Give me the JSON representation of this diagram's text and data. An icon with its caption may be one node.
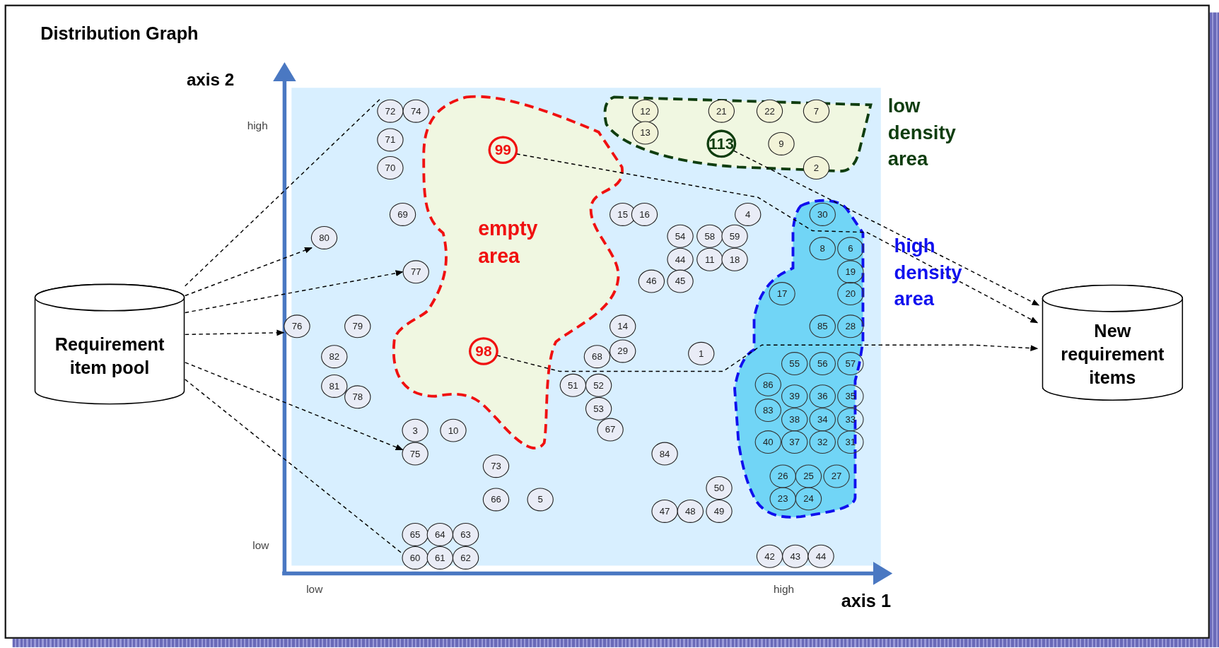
{
  "diagram": {
    "title": "Distribution Graph",
    "nodes": [
      {
        "text": [
          "Requirement item pool"
        ]
      },
      {
        "text": [
          "empty area"
        ]
      },
      {
        "text": [
          "99"
        ],
        "in": 1
      },
      {
        "text": [
          "98"
        ],
        "in": 1
      },
      {
        "text": [
          "low density area"
        ]
      },
      {
        "text": [
          "12"
        ],
        "in": 4
      },
      {
        "text": [
          "13"
        ],
        "in": 4
      },
      {
        "text": [
          "21"
        ],
        "in": 4
      },
      {
        "text": [
          "22"
        ],
        "in": 4
      },
      {
        "text": [
          "7"
        ],
        "in": 4
      },
      {
        "text": [
          "113"
        ],
        "in": 4
      },
      {
        "text": [
          "9"
        ],
        "in": 4
      },
      {
        "text": [
          "2"
        ],
        "in": 4
      },
      {
        "text": [
          "high density area"
        ]
      },
      {
        "text": [
          "30"
        ],
        "in": 13
      },
      {
        "text": [
          "8"
        ],
        "in": 13
      },
      {
        "text": [
          "6"
        ],
        "in": 13
      },
      {
        "text": [
          "19"
        ],
        "in": 13
      },
      {
        "text": [
          "17"
        ],
        "in": 13
      },
      {
        "text": [
          "20"
        ],
        "in": 13
      },
      {
        "text": [
          "85"
        ],
        "in": 13
      },
      {
        "text": [
          "28"
        ],
        "in": 13
      },
      {
        "text": [
          "55"
        ],
        "in": 13
      },
      {
        "text": [
          "56"
        ],
        "in": 13
      },
      {
        "text": [
          "57"
        ],
        "in": 13
      },
      {
        "text": [
          "86"
        ],
        "in": 13
      },
      {
        "text": [
          "39"
        ],
        "in": 13
      },
      {
        "text": [
          "36"
        ],
        "in": 13
      },
      {
        "text": [
          "35"
        ],
        "in": 13
      },
      {
        "text": [
          "83"
        ],
        "in": 13
      },
      {
        "text": [
          "38"
        ],
        "in": 13
      },
      {
        "text": [
          "34"
        ],
        "in": 13
      },
      {
        "text": [
          "33"
        ],
        "in": 13
      },
      {
        "text": [
          "40"
        ],
        "in": 13
      },
      {
        "text": [
          "37"
        ],
        "in": 13
      },
      {
        "text": [
          "32"
        ],
        "in": 13
      },
      {
        "text": [
          "31"
        ],
        "in": 13
      },
      {
        "text": [
          "26"
        ],
        "in": 13
      },
      {
        "text": [
          "25"
        ],
        "in": 13
      },
      {
        "text": [
          "27"
        ],
        "in": 13
      },
      {
        "text": [
          "23"
        ],
        "in": 13
      },
      {
        "text": [
          "24"
        ],
        "in": 13
      },
      {
        "text": [
          "72"
        ]
      },
      {
        "text": [
          "74"
        ]
      },
      {
        "text": [
          "71"
        ]
      },
      {
        "text": [
          "70"
        ]
      },
      {
        "text": [
          "69"
        ]
      },
      {
        "text": [
          "80"
        ]
      },
      {
        "text": [
          "77"
        ]
      },
      {
        "text": [
          "76"
        ]
      },
      {
        "text": [
          "79"
        ]
      },
      {
        "text": [
          "82"
        ]
      },
      {
        "text": [
          "81"
        ]
      },
      {
        "text": [
          "78"
        ]
      },
      {
        "text": [
          "3"
        ]
      },
      {
        "text": [
          "10"
        ]
      },
      {
        "text": [
          "75"
        ]
      },
      {
        "text": [
          "73"
        ]
      },
      {
        "text": [
          "66"
        ]
      },
      {
        "text": [
          "5"
        ]
      },
      {
        "text": [
          "65"
        ]
      },
      {
        "text": [
          "64"
        ]
      },
      {
        "text": [
          "63"
        ]
      },
      {
        "text": [
          "60"
        ]
      },
      {
        "text": [
          "61"
        ]
      },
      {
        "text": [
          "62"
        ]
      },
      {
        "text": [
          "15"
        ]
      },
      {
        "text": [
          "16"
        ]
      },
      {
        "text": [
          "4"
        ]
      },
      {
        "text": [
          "54"
        ]
      },
      {
        "text": [
          "58"
        ]
      },
      {
        "text": [
          "59"
        ]
      },
      {
        "text": [
          "44"
        ]
      },
      {
        "text": [
          "11"
        ]
      },
      {
        "text": [
          "18"
        ]
      },
      {
        "text": [
          "46"
        ]
      },
      {
        "text": [
          "45"
        ]
      },
      {
        "text": [
          "14"
        ]
      },
      {
        "text": [
          "29"
        ]
      },
      {
        "text": [
          "68"
        ]
      },
      {
        "text": [
          "1"
        ]
      },
      {
        "text": [
          "51"
        ]
      },
      {
        "text": [
          "52"
        ]
      },
      {
        "text": [
          "53"
        ]
      },
      {
        "text": [
          "67"
        ]
      },
      {
        "text": [
          "84"
        ]
      },
      {
        "text": [
          "50"
        ]
      },
      {
        "text": [
          "47"
        ]
      },
      {
        "text": [
          "48"
        ]
      },
      {
        "text": [
          "49"
        ]
      },
      {
        "text": [
          "42"
        ]
      },
      {
        "text": [
          "43"
        ]
      },
      {
        "text": [
          "44"
        ]
      },
      {
        "text": [
          "New requirement items"
        ]
      }
    ],
    "edges": [
      {
        "from": 0,
        "to": 42,
        "arrow": "none",
        "style": "dashed"
      },
      {
        "from": 0,
        "to": 47,
        "arrow": "to",
        "style": "dashed"
      },
      {
        "from": 0,
        "to": 48,
        "arrow": "to",
        "style": "dashed"
      },
      {
        "from": 0,
        "to": 49,
        "arrow": "to",
        "style": "dashed"
      },
      {
        "from": 0,
        "to": 56,
        "arrow": "to",
        "style": "dashed"
      },
      {
        "from": 0,
        "to": 63,
        "arrow": "none",
        "style": "dashed"
      },
      {
        "from": 2,
        "to": 93,
        "arrow": "to",
        "style": "dashed"
      },
      {
        "from": 10,
        "to": 93,
        "arrow": "to",
        "style": "dashed"
      },
      {
        "from": 3,
        "to": 93,
        "arrow": "to",
        "style": "dashed"
      }
    ],
    "labels": [
      "axis 2",
      "high",
      "low",
      "low",
      "high",
      "axis 1"
    ]
  }
}
